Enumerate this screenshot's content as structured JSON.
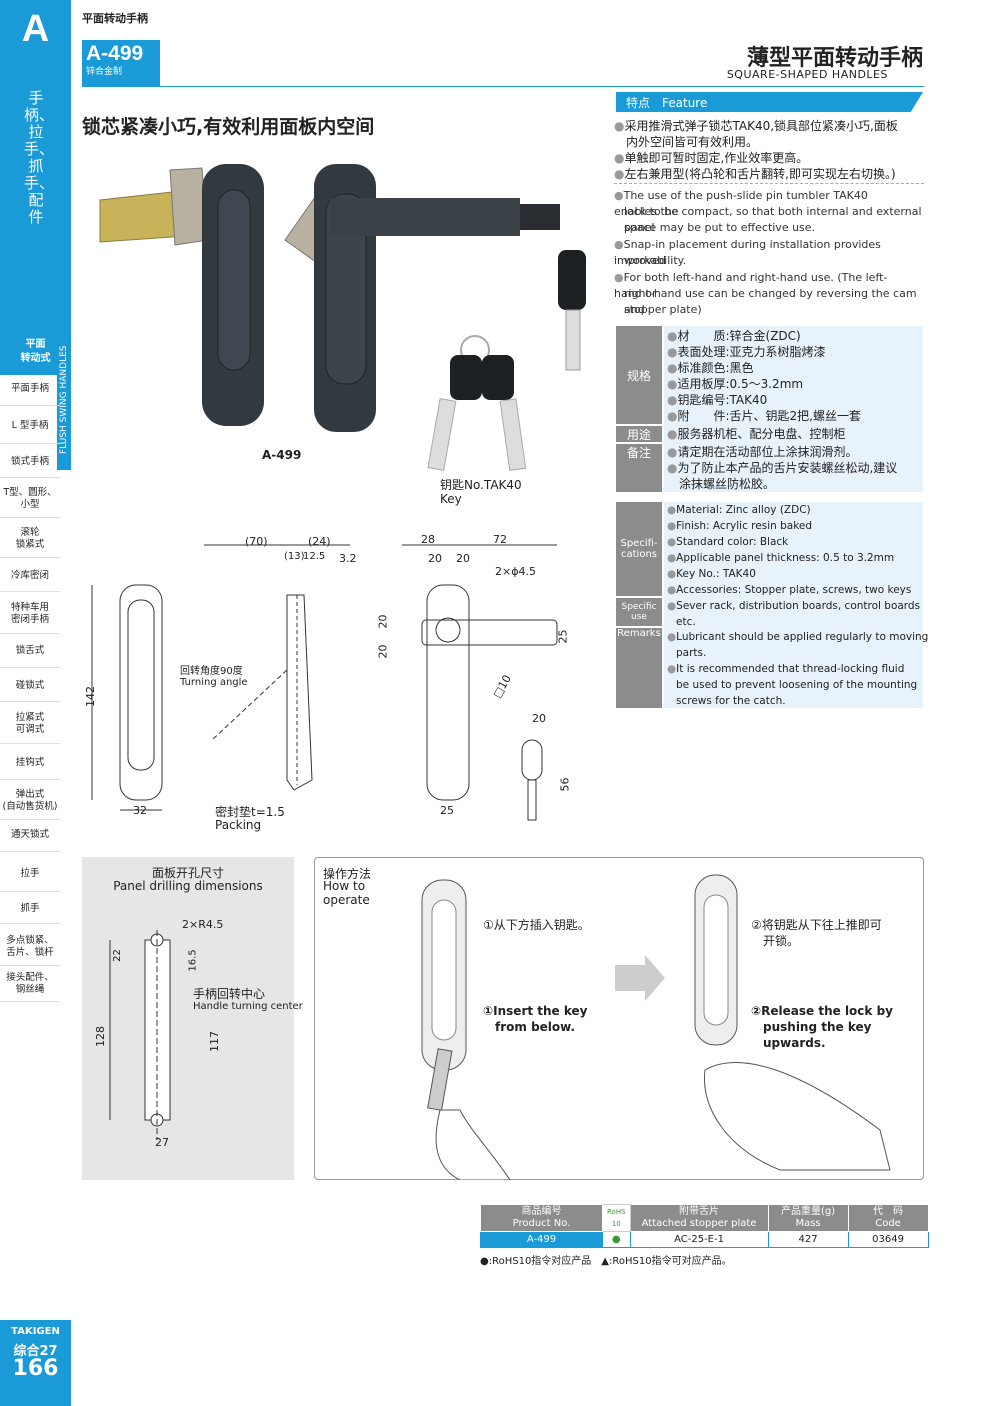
{
  "sidebar": {
    "letter": "A",
    "vertical": "手柄、拉手、抓手、配件",
    "active": "平面\n转动式",
    "strip": "FLUSH SWING HANDLES",
    "items": [
      "平面手柄",
      "L 型手柄",
      "锁式手柄",
      "T型、圆形、\n小型",
      "滚轮\n锁紧式",
      "冷库密闭",
      "特种车用\n密闭手柄",
      "锁舌式",
      "碰锁式",
      "拉紧式\n可调式",
      "挂钩式",
      "弹出式\n(自动售货机)",
      "通天锁式",
      "拉手",
      "抓手",
      "多点锁紧、\n舌片、锁杆",
      "接头配件、\n钢丝绳"
    ],
    "brand": "TAKIGEN",
    "catalog": "综合27",
    "page": "166"
  },
  "header": {
    "category": "平面转动手柄",
    "model": "A-499",
    "material": "锌合金制",
    "title_cn": "薄型平面转动手柄",
    "title_en": "SQUARE-SHAPED HANDLES",
    "headline": "锁芯紧凑小巧,有效利用面板内空间"
  },
  "photo": {
    "label": "A-499",
    "key_label": "钥匙No.TAK40",
    "key_en": "Key"
  },
  "feature": {
    "bar": "特点　Feature",
    "cn": [
      "采用推滑式弹子锁芯TAK40,锁具部位紧凑小巧,面板",
      "内外空间皆可有效利用。",
      "单触即可暂时固定,作业效率更高。",
      "左右兼用型(将凸轮和舌片翻转,即可实现左右切换。)"
    ],
    "en": [
      "The use of the push-slide pin tumbler TAK40 enables the",
      "lock to be compact, so that both internal and external panel",
      "space may be put to effective use.",
      "Snap-in placement during installation provides improved",
      "workability.",
      "For both left-hand and right-hand use. (The left-hand or",
      "right-hand use can be changed by reversing the cam and",
      "stopper plate)"
    ]
  },
  "spec_cn": {
    "label1": "规格",
    "label2": "用途",
    "label3": "备注",
    "lines": [
      "材　　质:锌合金(ZDC)",
      "表面处理:亚克力系树脂烤漆",
      "标准颜色:黑色",
      "适用板厚:0.5～3.2mm",
      "钥匙编号:TAK40",
      "附　　件:舌片、钥匙2把,螺丝一套"
    ],
    "use": "服务器机柜、配分电盘、控制柜",
    "remarks": [
      "请定期在活动部位上涂抹润滑剂。",
      "为了防止本产品的舌片安装螺丝松动,建议",
      "涂抹螺丝防松胶。"
    ]
  },
  "spec_en": {
    "label1": "Specifi-\ncations",
    "label2": "Specific use",
    "label3": "Remarks",
    "lines": [
      "Material: Zinc alloy (ZDC)",
      "Finish: Acrylic resin baked",
      "Standard color: Black",
      "Applicable panel thickness: 0.5 to 3.2mm",
      "Key No.: TAK40",
      "Accessories: Stopper plate, screws, two keys"
    ],
    "use": [
      "Sever rack, distribution boards, control boards",
      "etc."
    ],
    "remarks": [
      "Lubricant should be applied regularly to moving",
      "parts.",
      "It is recommended that thread-locking fluid",
      "be used to prevent loosening of the mounting",
      "screws for the catch."
    ]
  },
  "drawing": {
    "d70": "(70)",
    "d24": "(24)",
    "d13": "(13)",
    "d12_5": "12.5",
    "d3_2": "3.2",
    "d142": "142",
    "d32": "32",
    "angle_cn": "回转角度90度",
    "angle_en": "Turning angle",
    "packing_cn": "密封垫t=1.5",
    "packing_en": "Packing",
    "d28": "28",
    "d72": "72",
    "d20a": "20",
    "d20b": "20",
    "hole": "2×ϕ4.5",
    "d20c": "20",
    "d20d": "20",
    "d25v": "25",
    "d10": "□10",
    "d25h": "25",
    "d20e": "20",
    "d56": "56"
  },
  "panel": {
    "title_cn": "面板开孔尺寸",
    "title_en": "Panel drilling dimensions",
    "r": "2×R4.5",
    "d22": "22",
    "d16_5": "16.5",
    "center_cn": "手柄回转中心",
    "center_en": "Handle turning center",
    "d128": "128",
    "d117": "117",
    "d27": "27"
  },
  "operate": {
    "title_cn": "操作方法",
    "title_en1": "How to",
    "title_en2": "operate",
    "s1_cn": "①从下方插入钥匙。",
    "s1_en1": "①Insert the key",
    "s1_en2": "from below.",
    "s2_cn1": "②将钥匙从下往上推即可",
    "s2_cn2": "开锁。",
    "s2_en1": "②Release the lock by",
    "s2_en2": "pushing the key",
    "s2_en3": "upwards."
  },
  "table": {
    "headers": [
      [
        "商品编号",
        "Product No."
      ],
      [
        "RoHS",
        "10"
      ],
      [
        "附带舌片",
        "Attached stopper plate"
      ],
      [
        "产品重量(g)",
        "Mass"
      ],
      [
        "代　码",
        "Code"
      ]
    ],
    "row": [
      "A-499",
      "",
      "AC-25-E-1",
      "427",
      "03649"
    ],
    "legend": "●:RoHS10指令对应产品　▲:RoHS10指令可对应产品。"
  },
  "colors": {
    "accent": "#1a9ad6",
    "gray": "#8c8c8c",
    "spec_bg": "#e8f2fa"
  }
}
